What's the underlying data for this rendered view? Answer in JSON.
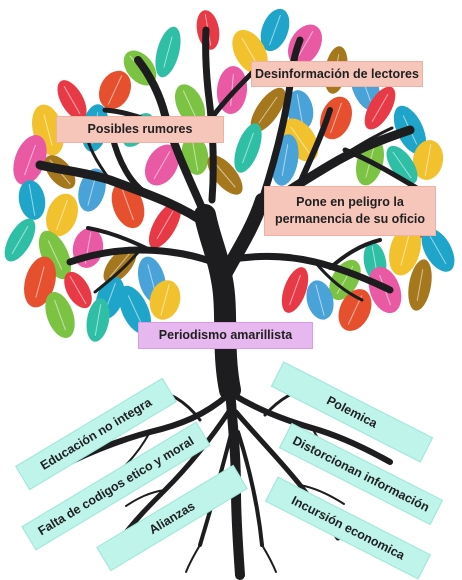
{
  "labels": {
    "top_right": "Desinformación de lectores",
    "top_left": "Posibles rumores",
    "right_mid": "Pone en peligro la permanencia de su oficio",
    "trunk": "Periodismo amarillista"
  },
  "roots": {
    "left": [
      "Educación no integra",
      "Falta de codigos etico y moral",
      "Alianzas"
    ],
    "right": [
      "Polemica",
      "Distorcionan información",
      "Incursión economica"
    ]
  },
  "leaf_colors": [
    "#e83a46",
    "#1fa5c9",
    "#f2c12e",
    "#2fbfa6",
    "#7cc243",
    "#ea5aa4",
    "#a5781d",
    "#4aa3d8",
    "#e7502f"
  ]
}
